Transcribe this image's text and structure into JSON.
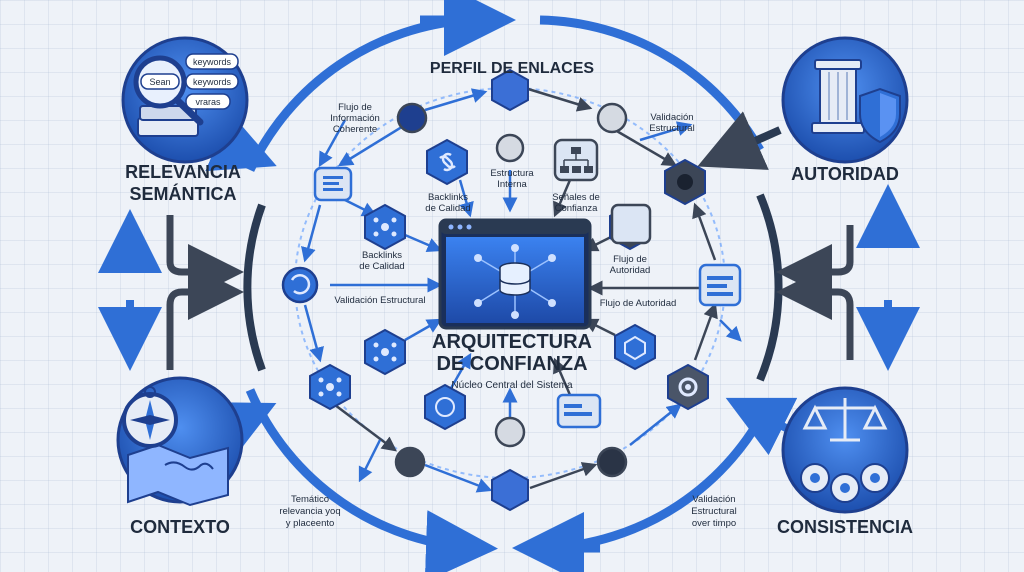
{
  "labels": {
    "perfil_title": "PERFIL DE ENLACES",
    "center_title_line1": "ARQUITECTURA",
    "center_title_line2": "DE CONFIANZA",
    "center_subtitle": "Núcleo Central del Sistema",
    "flujo_info": [
      "Flujo de",
      "Información",
      "Coherente"
    ],
    "estructura_interna": [
      "Estructura",
      "Interna"
    ],
    "backlinks_top": [
      "Backlinks",
      "de Calidad"
    ],
    "senales_confianza": [
      "Señales de",
      "Confianza"
    ],
    "validacion_estructural_top": [
      "Validación",
      "Estructural"
    ],
    "backlinks_left": [
      "Backlinks",
      "de Calidad"
    ],
    "flujo_autoridad_right": [
      "Flujo de",
      "Autoridad"
    ],
    "validacion_estructural_left": "Validación Estructural",
    "flujo_autoridad_bottom": "Flujo de Autoridad",
    "tematico": [
      "Temático",
      "relevancia yoq",
      "y placeento"
    ],
    "validacion_over": [
      "Validación",
      "Estructural",
      "over timpo"
    ]
  },
  "corners": {
    "relevancia": [
      "RELEVANCIA",
      "SEMÁNTICA"
    ],
    "autoridad": "AUTORIDAD",
    "contexto": "CONTEXTO",
    "consistencia": "CONSISTENCIA"
  },
  "search_tags": [
    "keywords",
    "Sean",
    "keywords",
    "vraras"
  ],
  "colors": {
    "blue": "#2f6fd6",
    "dark_blue": "#1e3f8f",
    "navy": "#2a3a52",
    "accent": "#3a86ff"
  }
}
